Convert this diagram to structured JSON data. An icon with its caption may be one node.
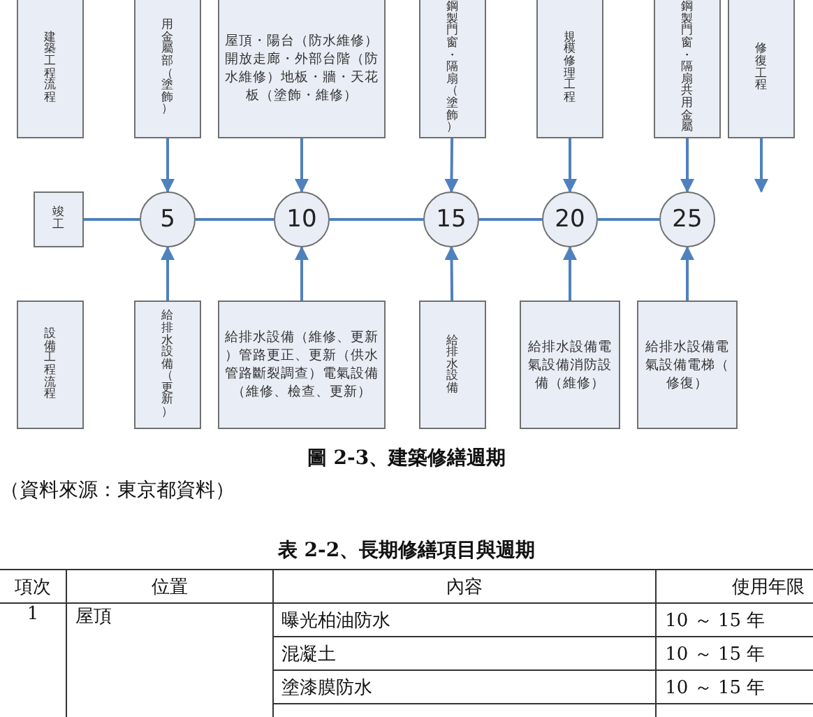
{
  "diagram": {
    "title": "圖 2-3、建築修繕週期",
    "caption": "（資料來源：東京都資料）",
    "nodes": [
      {
        "text": [
          "建築工程流程"
        ]
      },
      {
        "text": [
          "用金屬部（塗飾）"
        ]
      },
      {
        "text": [
          "屋頂・陽台（防水維修）開放走廊・外部台階（防水維修）地板・牆・天花板（塗飾・維修）"
        ]
      },
      {
        "text": [
          "鋼製門窗・隔扇（塗飾）"
        ]
      },
      {
        "text": [
          "規模修理工程"
        ]
      },
      {
        "text": [
          "鋼製門窗・隔扇共用金屬"
        ]
      },
      {
        "text": [
          "修復工程"
        ]
      },
      {
        "text": [
          "竣工"
        ]
      },
      {
        "text": [
          "5"
        ]
      },
      {
        "text": [
          "10"
        ]
      },
      {
        "text": [
          "15"
        ]
      },
      {
        "text": [
          "20"
        ]
      },
      {
        "text": [
          "25"
        ]
      },
      {
        "text": [
          "設備工程流程"
        ]
      },
      {
        "text": [
          "給排水設備（更新）"
        ]
      },
      {
        "text": [
          "給排水設備（維修、更新）管路更正、更新（供水管路斷裂調查）電氣設備（維修、檢查、更新）"
        ]
      },
      {
        "text": [
          "給排水設備"
        ]
      },
      {
        "text": [
          "給排水設備電氣設備消防設備（維修）"
        ]
      },
      {
        "text": [
          "給排水設備電氣設備電梯（修復）"
        ]
      }
    ],
    "edges": [
      {
        "from": 1,
        "to": 8,
        "arrow": "to"
      },
      {
        "from": 2,
        "to": 9,
        "arrow": "to"
      },
      {
        "from": 3,
        "to": 10,
        "arrow": "to"
      },
      {
        "from": 4,
        "to": 11,
        "arrow": "to"
      },
      {
        "from": 5,
        "to": 12,
        "arrow": "to"
      },
      {
        "from": 6,
        "to": null,
        "arrow": "to"
      },
      {
        "from": 7,
        "to": 8,
        "arrow": "none"
      },
      {
        "from": 8,
        "to": 9,
        "arrow": "none"
      },
      {
        "from": 9,
        "to": 10,
        "arrow": "none"
      },
      {
        "from": 10,
        "to": 11,
        "arrow": "none"
      },
      {
        "from": 11,
        "to": 12,
        "arrow": "none"
      },
      {
        "from": 14,
        "to": 8,
        "arrow": "to"
      },
      {
        "from": 15,
        "to": 9,
        "arrow": "to"
      },
      {
        "from": 16,
        "to": 10,
        "arrow": "to"
      },
      {
        "from": 17,
        "to": 11,
        "arrow": "to"
      },
      {
        "from": 18,
        "to": 12,
        "arrow": "to"
      }
    ],
    "labels": [
      "表 2-2、長期修繕項目與週期",
      "項次",
      "位置",
      "內容",
      "使用年限",
      "1",
      "屋頂",
      "曝光柏油防水",
      "10 ～ 15 年",
      "混凝土",
      "10 ～ 15 年",
      "塗漆膜防水",
      "10 ～ 15 年"
    ]
  }
}
